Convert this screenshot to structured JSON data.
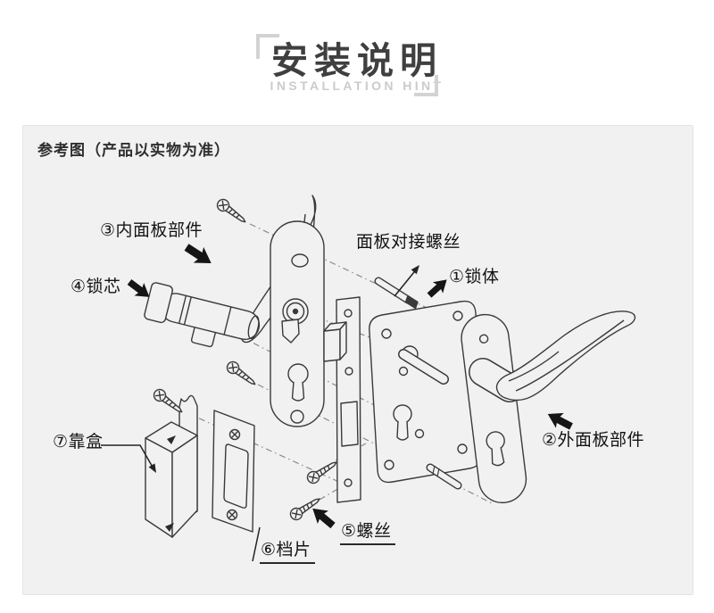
{
  "header": {
    "title": "安装说明",
    "subtitle": "INSTALLATION HINT"
  },
  "reference": {
    "note": "参考图（产品以实物为准）"
  },
  "labels": {
    "lock_body": "①锁体",
    "outer_panel": "②外面板部件",
    "inner_panel": "③内面板部件",
    "cylinder": "④锁芯",
    "screws": "⑤螺丝",
    "baffle": "⑥档片",
    "strike_box": "⑦靠盒",
    "panel_screw": "面板对接螺丝"
  },
  "colors": {
    "page_bg": "#ffffff",
    "canvas_bg": "#f1f1f2",
    "line_art": "#3a3a3a",
    "label_text": "#141414",
    "subtitle_gray": "#cbcbcb",
    "bracket_gray": "#d3d3d3"
  }
}
